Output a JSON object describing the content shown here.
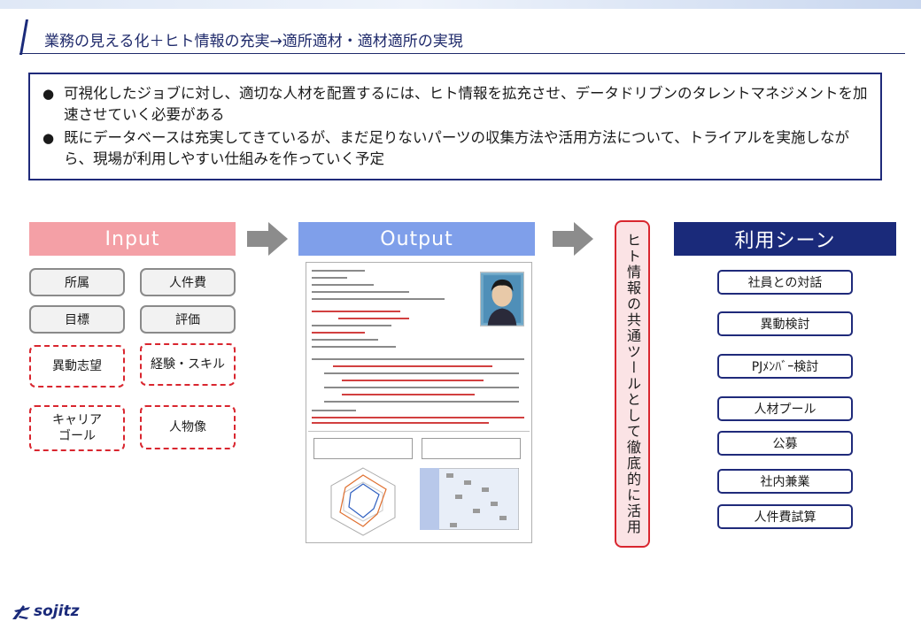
{
  "title": "業務の見える化＋ヒト情報の充実→適所適材・適材適所の実現",
  "bullets": [
    "可視化したジョブに対し、適切な人材を配置するには、ヒト情報を拡充させ、データドリブンのタレントマネジメントを加速させていく必要がある",
    "既にデータベースは充実してきているが、まだ足りないパーツの収集方法や活用方法について、トライアルを実施しながら、現場が利用しやすい仕組みを作っていく予定"
  ],
  "bullet_glyph": "●",
  "headers": {
    "input": "Input",
    "output": "Output",
    "usage": "利用シーン"
  },
  "input_items": {
    "affiliation": "所属",
    "labor_cost": "人件費",
    "goal": "目標",
    "evaluation": "評価",
    "transfer_wish": "異動志望",
    "experience_skill": "経験・スキル",
    "career_goal_line1": "キャリア",
    "career_goal_line2": "ゴール",
    "persona": "人物像"
  },
  "shared_tool": "ヒト情報の共通ツールとして徹底的に活用",
  "usage_items": [
    "社員との対話",
    "異動検討",
    "PJﾒﾝﾊﾞｰ検討",
    "人材プール",
    "公募",
    "社内兼業",
    "人件費試算"
  ],
  "logo": {
    "text": "sojitz",
    "icon": "sojitz-mark-icon"
  },
  "colors": {
    "navy": "#1a2a7a",
    "input_pink": "#f4a0a6",
    "output_blue": "#7f9fea",
    "accent_red": "#d9262f"
  }
}
